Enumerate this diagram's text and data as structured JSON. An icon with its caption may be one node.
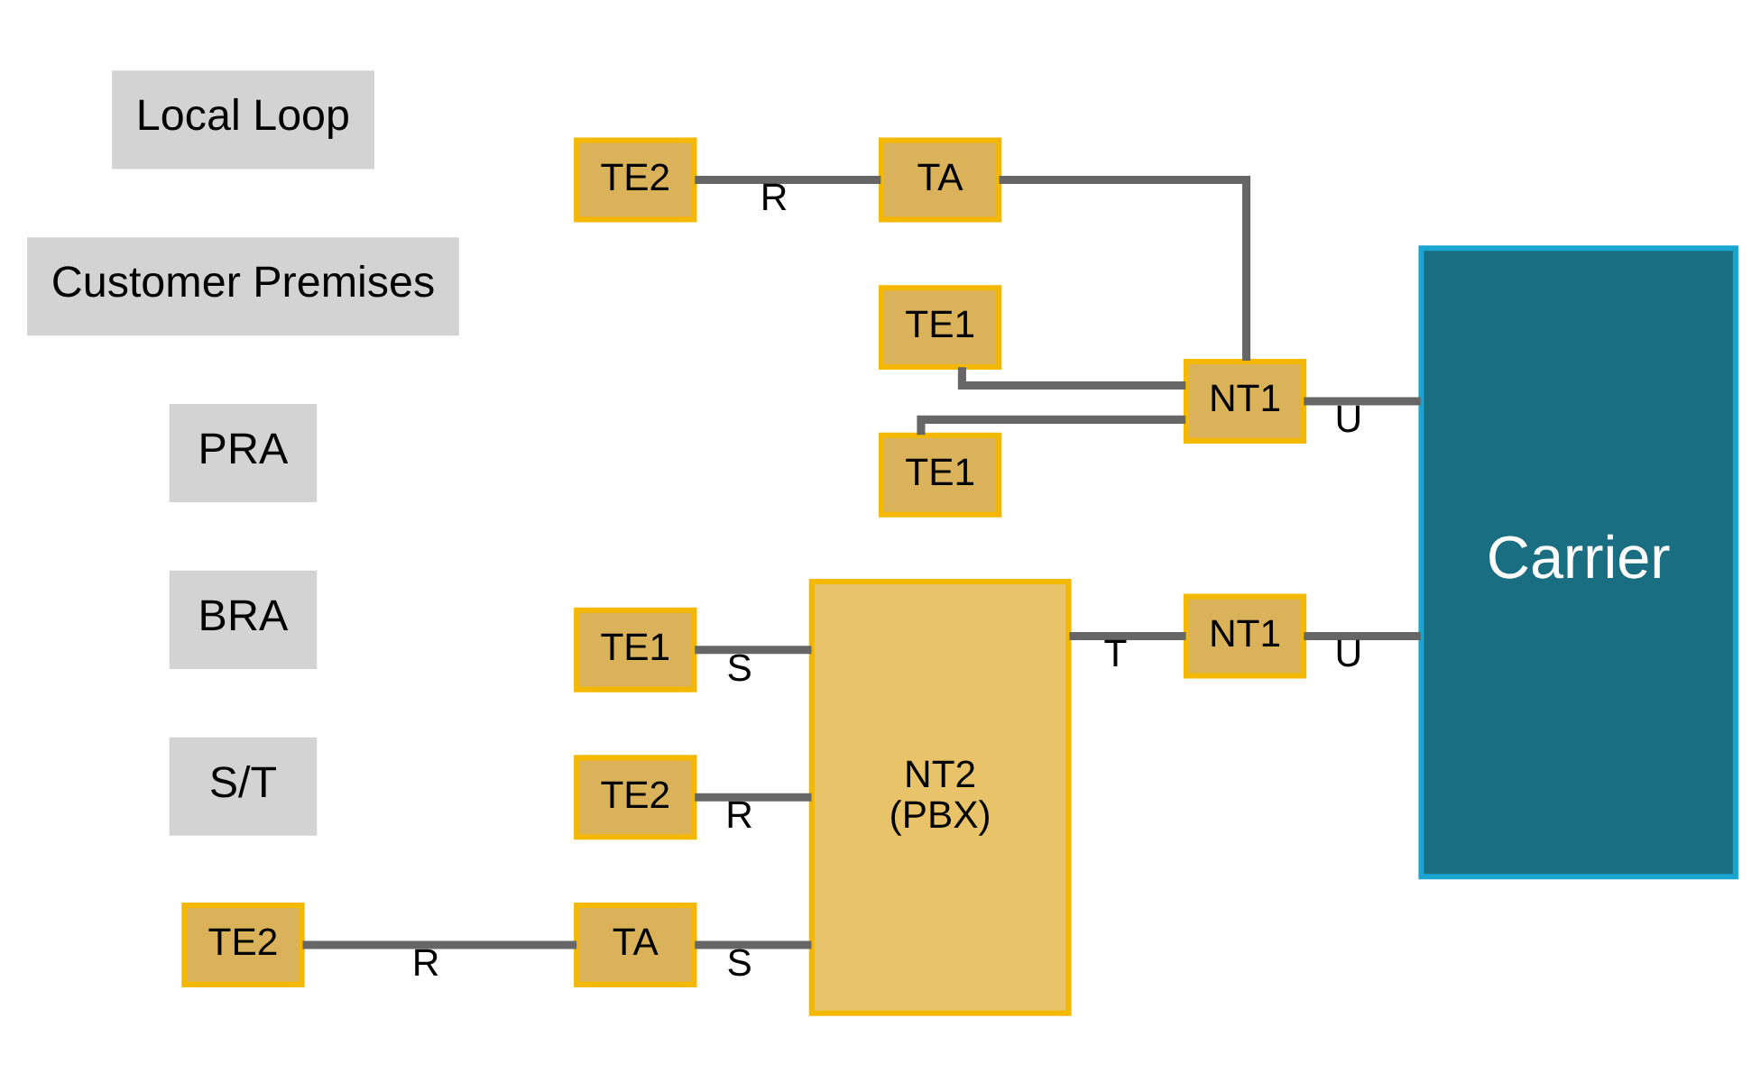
{
  "diagram": {
    "nodes": [
      {
        "text": [
          "TE1"
        ]
      },
      {
        "text": [
          "TE1"
        ]
      },
      {
        "text": [
          "TE2"
        ]
      },
      {
        "text": [
          "TA"
        ]
      },
      {
        "text": [
          "NT1"
        ]
      },
      {
        "text": [
          "TE1"
        ]
      },
      {
        "text": [
          "TE2"
        ]
      },
      {
        "text": [
          "TE2"
        ]
      },
      {
        "text": [
          "TA"
        ]
      },
      {
        "text": [
          "NT2",
          "(PBX)"
        ]
      },
      {
        "text": [
          "NT1"
        ]
      },
      {
        "text": [
          "Carrier"
        ]
      }
    ],
    "edges": [
      {
        "from": 0,
        "to": 4,
        "arrow": "none"
      },
      {
        "from": 1,
        "to": 4,
        "arrow": "none"
      },
      {
        "from": 2,
        "to": 3,
        "arrow": "none",
        "label": "R"
      },
      {
        "from": 3,
        "to": 4,
        "arrow": "none"
      },
      {
        "from": 4,
        "to": 11,
        "arrow": "none",
        "label": "U"
      },
      {
        "from": 5,
        "to": 9,
        "arrow": "none",
        "label": "S"
      },
      {
        "from": 6,
        "to": 9,
        "arrow": "none",
        "label": "R"
      },
      {
        "from": 7,
        "to": 8,
        "arrow": "none",
        "label": "R"
      },
      {
        "from": 8,
        "to": 9,
        "arrow": "none",
        "label": "S"
      },
      {
        "from": 9,
        "to": 10,
        "arrow": "none",
        "label": "T"
      },
      {
        "from": 10,
        "to": 11,
        "arrow": "none",
        "label": "U"
      }
    ],
    "labels": [
      "S/T",
      "BRA",
      "PRA",
      "Customer Premises",
      "Local Loop"
    ]
  }
}
